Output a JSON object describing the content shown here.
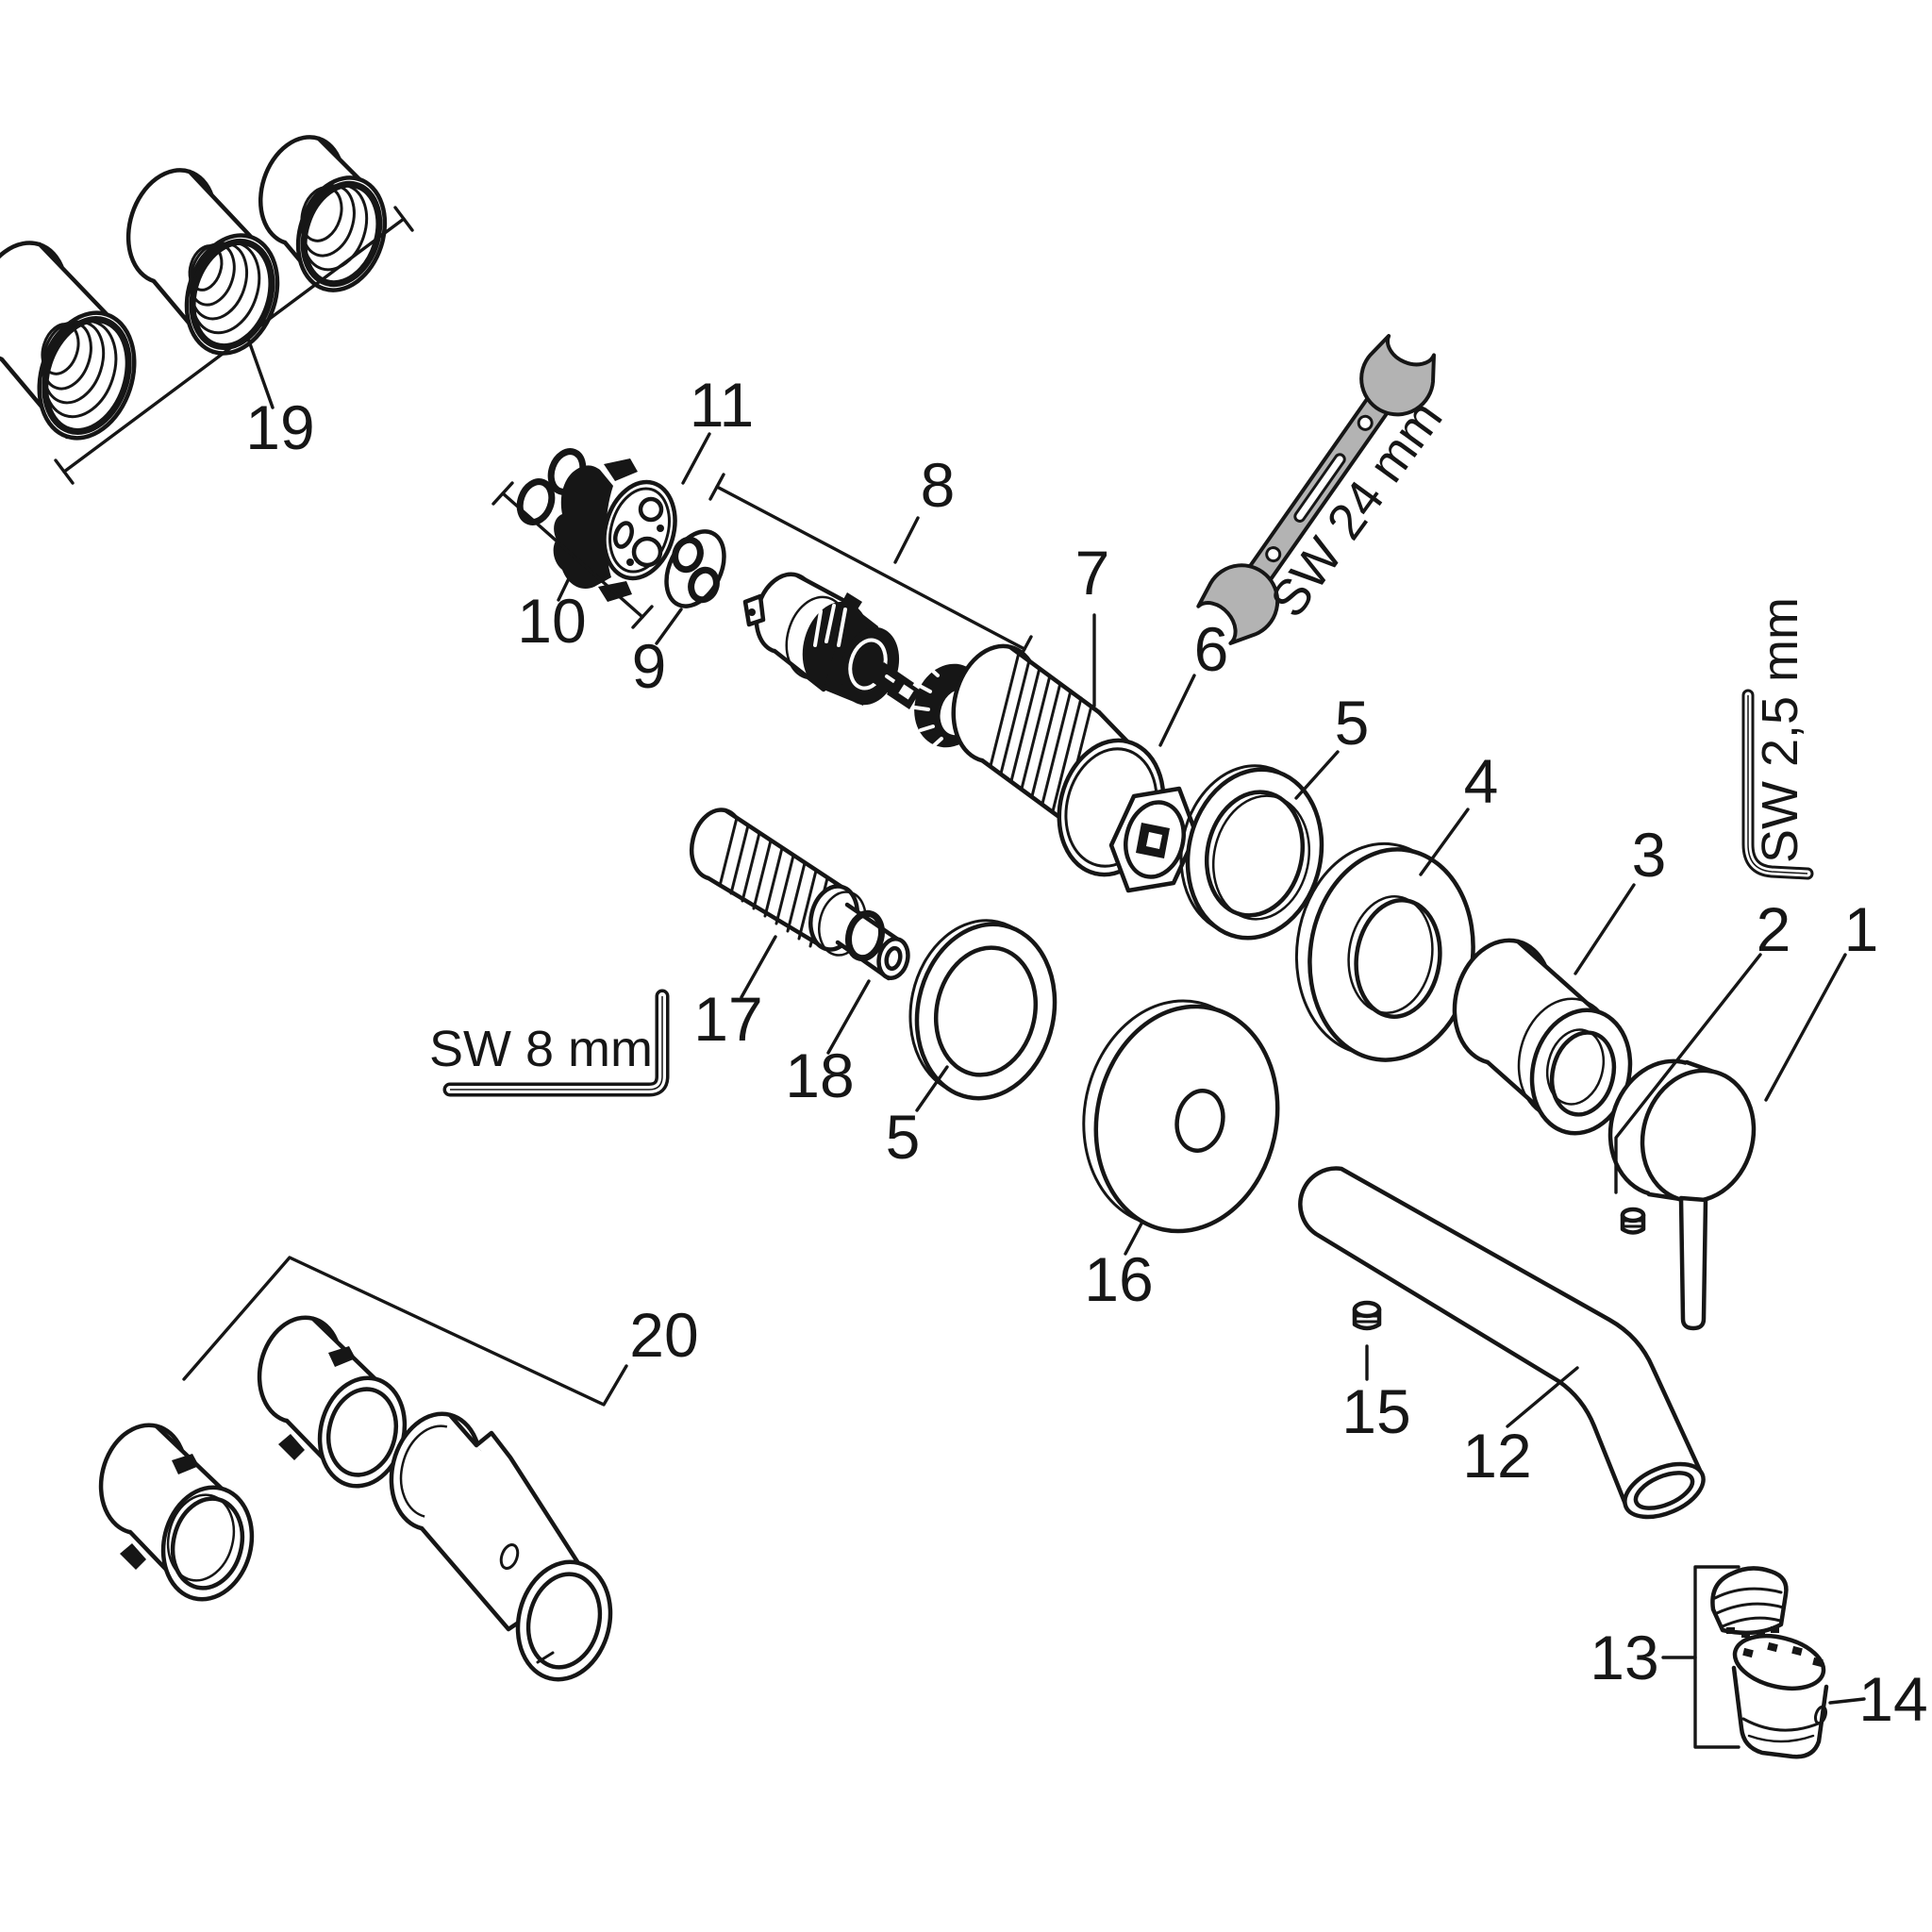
{
  "figure": {
    "type": "exploded-parts-diagram",
    "subject": "wall-mounted single-lever basin mixer",
    "background": "#ffffff",
    "colors": {
      "line": "#161616",
      "tool_fill": "#b3b3b3"
    },
    "part_labels": {
      "p1": "1",
      "p2": "2",
      "p3": "3",
      "p4": "4",
      "p5a": "5",
      "p5b": "5",
      "p6": "6",
      "p7": "7",
      "p8": "8",
      "p9": "9",
      "p10": "10",
      "p11": "11",
      "p12": "12",
      "p13": "13",
      "p14": "14",
      "p15": "15",
      "p16": "16",
      "p17": "17",
      "p18": "18",
      "p19": "19",
      "p20": "20"
    },
    "tool_labels": {
      "open_end_wrench": "SW 24 mm",
      "hex_key_small": "SW 2,5 mm",
      "hex_key_large": "SW 8 mm"
    }
  }
}
